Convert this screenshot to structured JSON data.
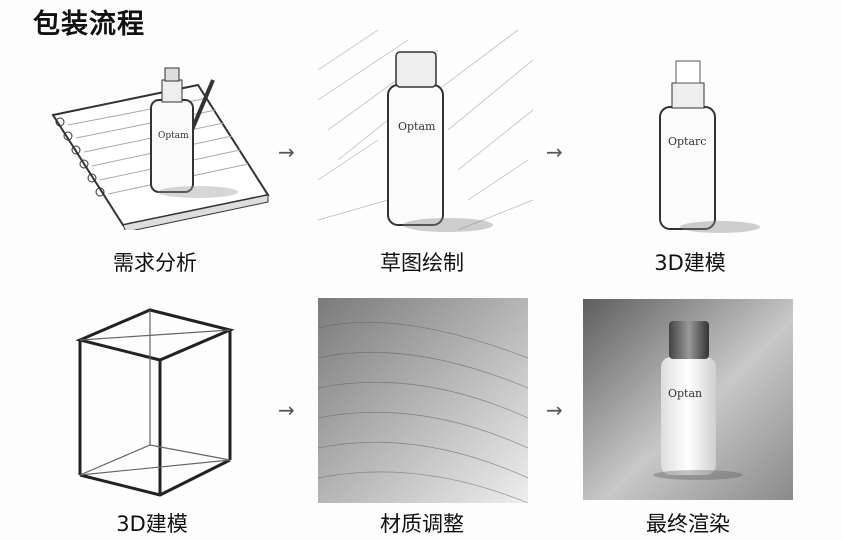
{
  "title": "包装流程",
  "brand_logo": "Optam",
  "steps": [
    {
      "label": "需求分析",
      "icon": "notebook-bottle-sketch"
    },
    {
      "label": "草图绘制",
      "icon": "bottle-sketch"
    },
    {
      "label": "3D建模",
      "icon": "spray-bottle-sketch"
    },
    {
      "label": "3D建模",
      "icon": "wireframe-cube"
    },
    {
      "label": "材质调整",
      "icon": "texture-swatch"
    },
    {
      "label": "最终渲染",
      "icon": "rendered-bottle"
    }
  ],
  "arrow_glyph": "→",
  "colors": {
    "text": "#111111",
    "sketch": "#333333",
    "render_bg": "#8a8a8a"
  }
}
